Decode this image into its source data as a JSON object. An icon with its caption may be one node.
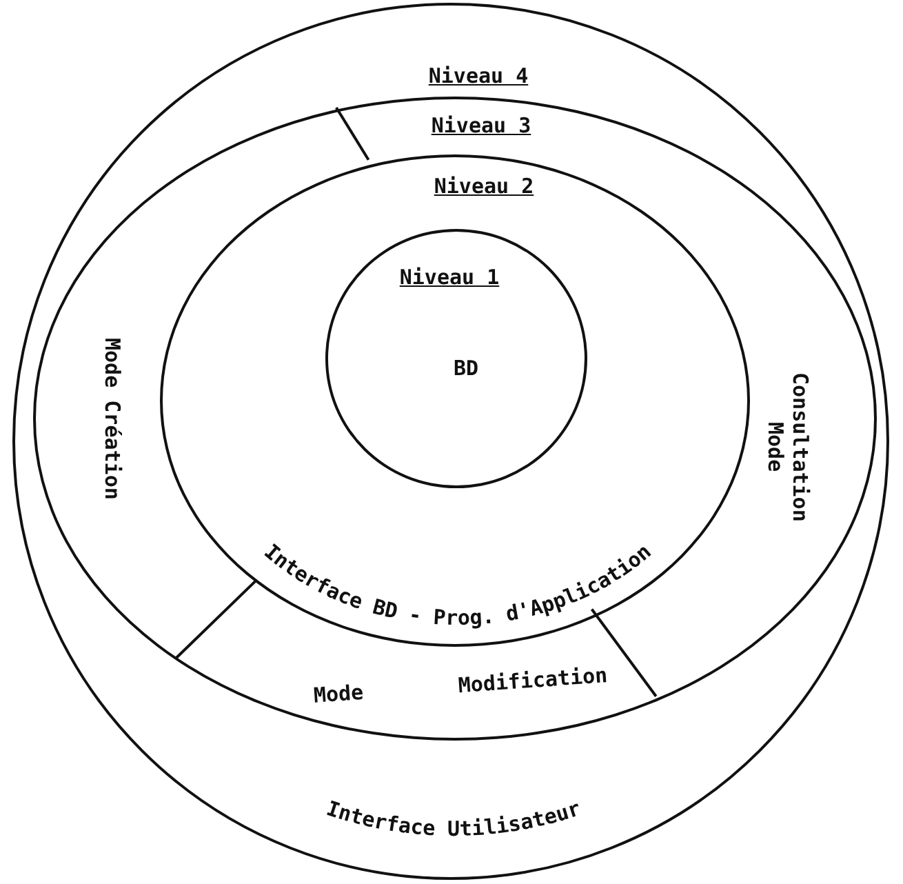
{
  "diagram": {
    "nodes": [
      {
        "text": [
          "Niveau 4",
          "Interface Utilisateur"
        ]
      },
      {
        "text": [
          "Niveau 3"
        ],
        "in": 0
      },
      {
        "text": [
          "Mode Création"
        ],
        "in": 1
      },
      {
        "text": [
          "Mode Consultation"
        ],
        "in": 1
      },
      {
        "text": [
          "Mode Modification"
        ],
        "in": 1
      },
      {
        "text": [
          "Niveau 2",
          "Interface BD - Prog. d'Application"
        ],
        "in": 1
      },
      {
        "text": [
          "Niveau 1",
          "BD"
        ],
        "in": 5
      }
    ]
  }
}
